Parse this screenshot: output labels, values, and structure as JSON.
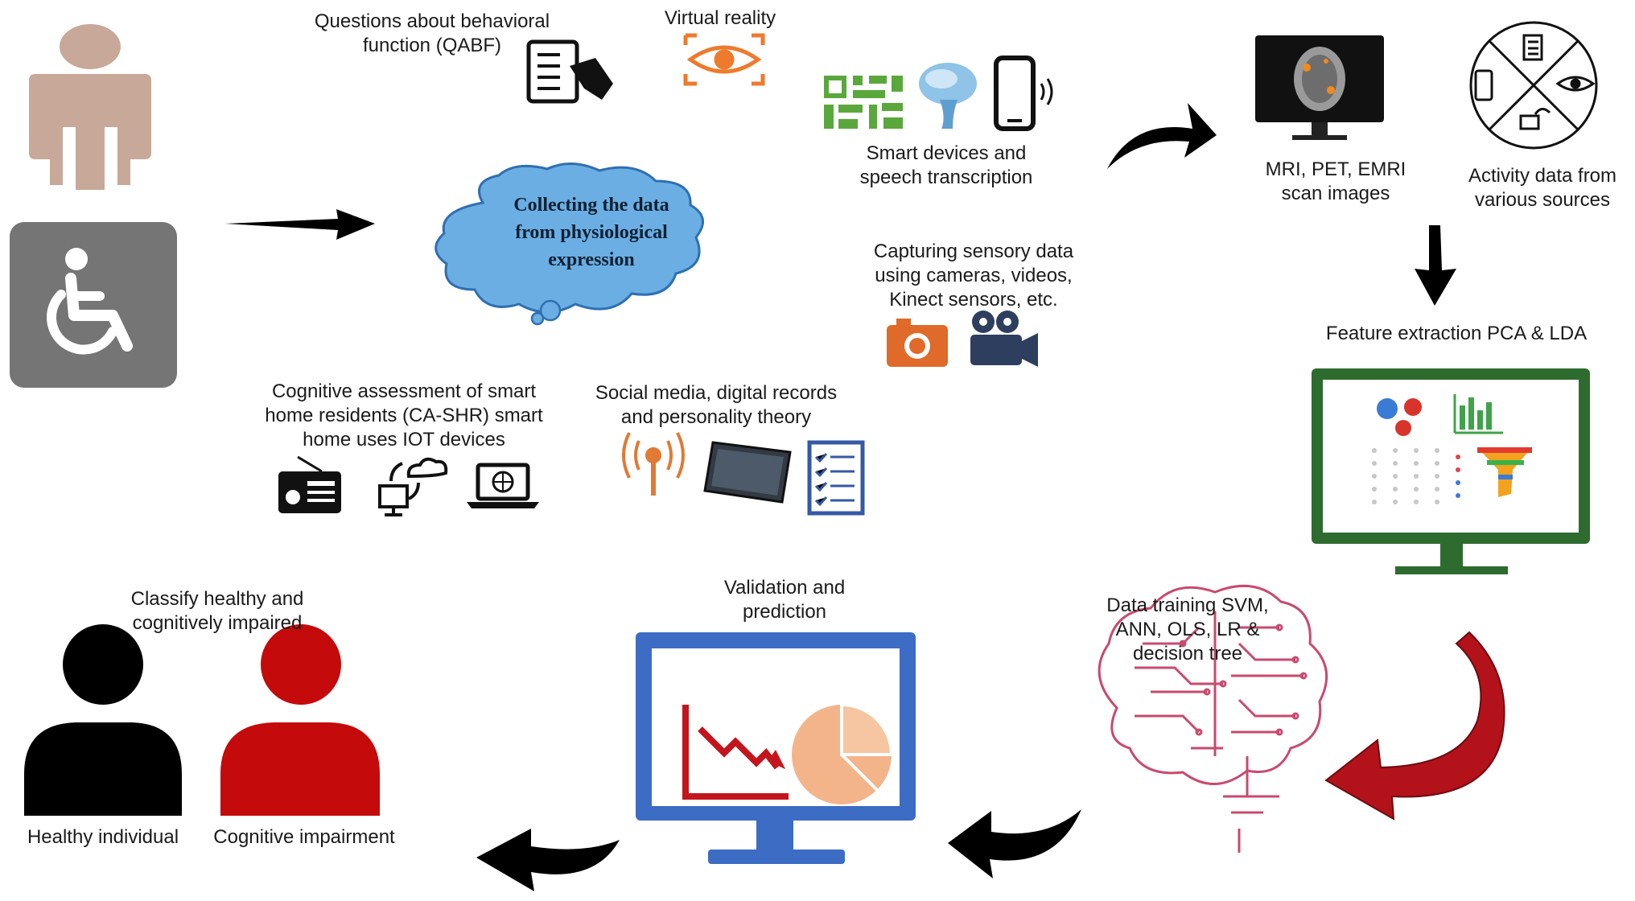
{
  "labels": {
    "qabf": [
      "Questions about behavioral",
      "function (QABF)"
    ],
    "virtual_reality": [
      "Virtual reality"
    ],
    "cloud": [
      "Collecting the data",
      "from physiological",
      "expression"
    ],
    "smart_devices": [
      "Smart devices and",
      "speech transcription"
    ],
    "sensory": [
      "Capturing sensory data",
      "using cameras, videos,",
      "Kinect sensors, etc."
    ],
    "ca_shr": [
      "Cognitive assessment of smart",
      "home residents (CA-SHR) smart",
      "home uses IOT devices"
    ],
    "social": [
      "Social media, digital records",
      "and personality theory"
    ],
    "mri": [
      "MRI, PET, EMRI",
      "scan images"
    ],
    "activity": [
      "Activity data from",
      "various sources"
    ],
    "feature": [
      "Feature extraction PCA & LDA"
    ],
    "training": [
      "Data training SVM,",
      "ANN, OLS, LR &",
      "decision tree"
    ],
    "validation": [
      "Validation and",
      "prediction"
    ],
    "classify": [
      "Classify healthy and",
      "cognitively impaired"
    ],
    "healthy": [
      "Healthy individual"
    ],
    "impairment": [
      "Cognitive impairment"
    ]
  },
  "colors": {
    "person_tan": "#c8a898",
    "wheelchair_bg": "#757575",
    "cloud_fill": "#6aaee4",
    "cloud_stroke": "#2f6fb0",
    "qr_green": "#5aa83c",
    "vr_orange": "#ee7a2d",
    "camera_orange": "#e06a2a",
    "film_navy": "#2d3e5e",
    "monitor_green": "#2e6b2e",
    "curved_red": "#b3121b",
    "validation_blue": "#3c6cc4",
    "chart_red": "#c4141c",
    "pie_peach": "#f3b48a",
    "brain_pink": "#c94a6e",
    "impaired_red": "#c40a0a",
    "healthy_black": "#000000"
  },
  "icons": [
    "person-icon",
    "wheelchair-icon",
    "checklist-tablet-icon",
    "vr-eye-icon",
    "qr-code-icon",
    "cerebellum-icon",
    "smartphone-icon",
    "brain-scan-monitor-icon",
    "activity-circle-icon",
    "camera-icon",
    "video-camera-icon",
    "radio-icon",
    "cloud-network-icon",
    "laptop-icon",
    "antenna-icon",
    "tablet-icon",
    "checklist-icon",
    "feature-monitor-icon",
    "circuit-brain-icon",
    "validation-monitor-icon",
    "healthy-person-icon",
    "impaired-person-icon"
  ]
}
